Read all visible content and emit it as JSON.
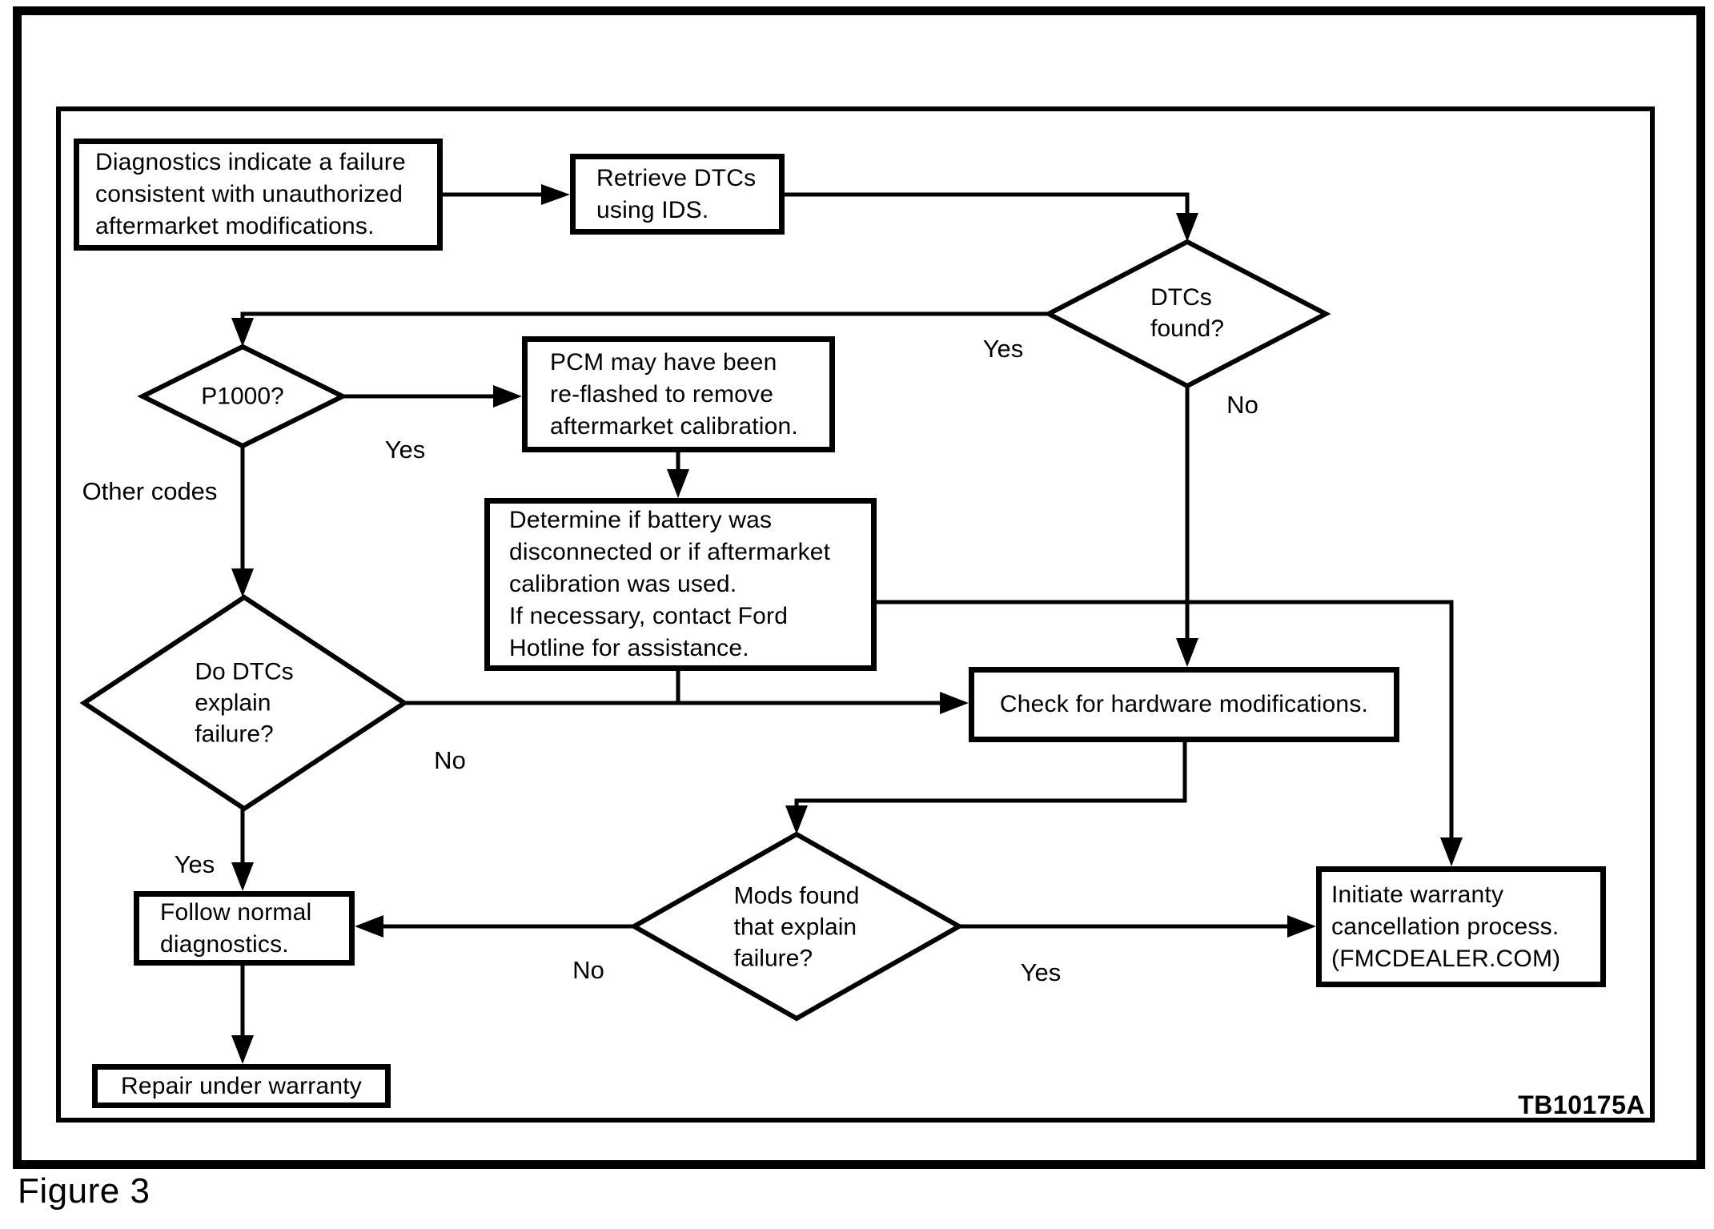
{
  "figure": {
    "caption": "Figure 3",
    "ref_code": "TB10175A"
  },
  "colors": {
    "ink": "#000000",
    "background": "#ffffff"
  },
  "nodes": {
    "diagnostics": {
      "text": "Diagnostics indicate a failure\nconsistent with unauthorized\naftermarket modifications."
    },
    "retrieve": {
      "text": "Retrieve DTCs\nusing IDS."
    },
    "dtcs_found": {
      "text": "DTCs\nfound?"
    },
    "p1000": {
      "text": "P1000?"
    },
    "pcm": {
      "text": "PCM may have been\nre-flashed to remove\naftermarket calibration."
    },
    "determine": {
      "text": "Determine if battery was\ndisconnected or if aftermarket\ncalibration was used.\nIf necessary, contact Ford\nHotline for assistance."
    },
    "do_dtcs_explain": {
      "text": "Do DTCs\nexplain\nfailure?"
    },
    "check_hardware": {
      "text": "Check for hardware modifications."
    },
    "mods_found": {
      "text": "Mods found\nthat explain\nfailure?"
    },
    "follow_normal": {
      "text": "Follow normal\ndiagnostics."
    },
    "repair": {
      "text": "Repair under warranty"
    },
    "initiate": {
      "text": "Initiate warranty\ncancellation process.\n(FMCDEALER.COM)"
    }
  },
  "edge_labels": {
    "dtcs_yes": "Yes",
    "dtcs_no": "No",
    "p1000_yes": "Yes",
    "p1000_other": "Other codes",
    "dodtcs_no": "No",
    "dodtcs_yes": "Yes",
    "mods_no": "No",
    "mods_yes": "Yes"
  }
}
